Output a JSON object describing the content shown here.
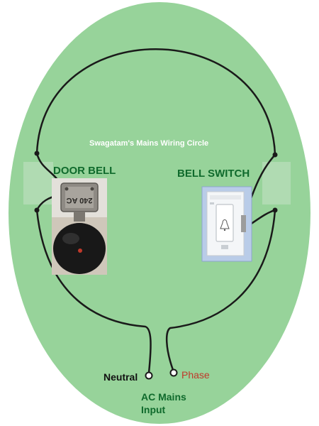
{
  "title": "Swagatam's Mains Wiring Circle",
  "labels": {
    "door_bell": "DOOR BELL",
    "bell_switch": "BELL SWITCH",
    "neutral": "Neutral",
    "phase": "Phase",
    "ac_mains_line1": "AC Mains",
    "ac_mains_line2": "Input"
  },
  "bell_plate_text": "240 AC",
  "colors": {
    "background_oval": "#97d39a",
    "wire": "#1a1a1a",
    "label_green": "#0f6a2c",
    "phase_red": "#c0392b",
    "title_text": "#ffffff"
  }
}
